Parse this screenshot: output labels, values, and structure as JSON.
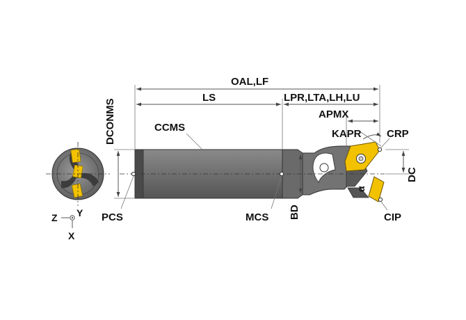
{
  "labels": {
    "oal_lf": "OAL,LF",
    "ls": "LS",
    "lpr_group": "LPR,LTA,LH,LU",
    "apmx": "APMX",
    "kapr": "KAPR",
    "crp": "CRP",
    "dconms": "DCONMS",
    "ccms": "CCMS",
    "dc": "DC",
    "bd": "BD",
    "pcs": "PCS",
    "mcs": "MCS",
    "cip": "CIP",
    "alpha": "α"
  },
  "axes": {
    "z": "Z",
    "y": "Y",
    "x": "X"
  },
  "colors": {
    "shank": "#6f6f6f",
    "shank_dark": "#4a4a4a",
    "insert": "#f2c200",
    "insert_dark": "#c99a00",
    "dimension_line": "#555555"
  }
}
